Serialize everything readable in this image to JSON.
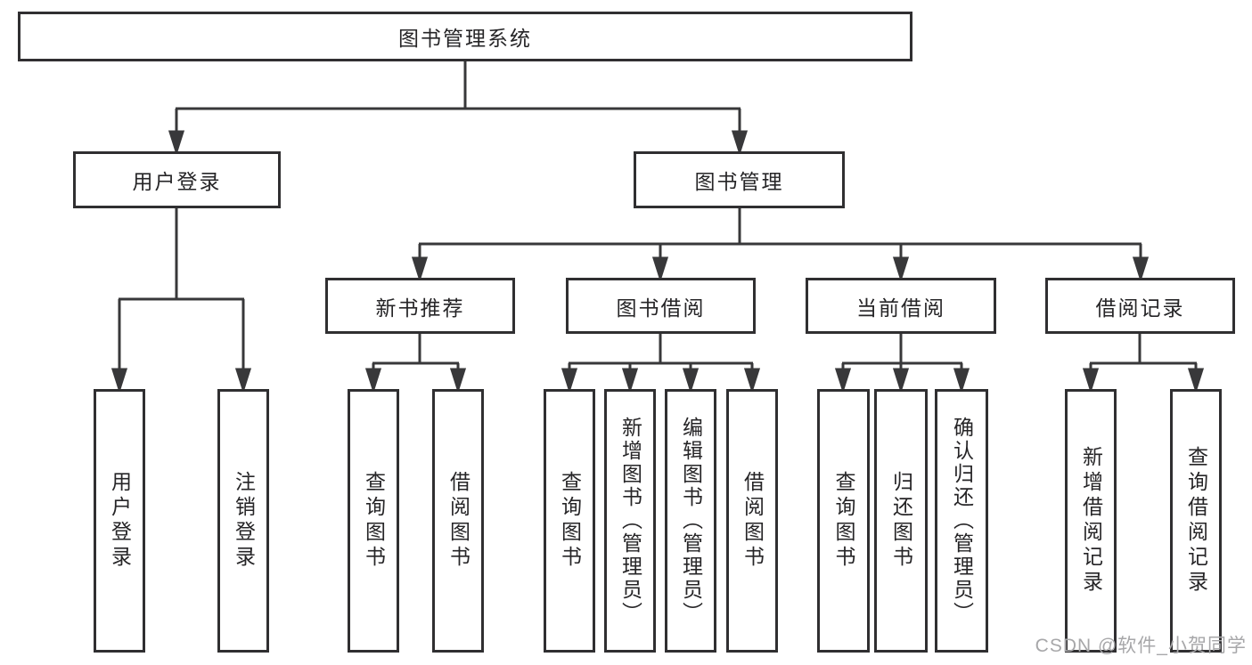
{
  "diagram": {
    "root": {
      "label": "图书管理系统"
    },
    "level2": [
      {
        "label": "用户登录"
      },
      {
        "label": "图书管理"
      }
    ],
    "level3": [
      {
        "label": "新书推荐"
      },
      {
        "label": "图书借阅"
      },
      {
        "label": "当前借阅"
      },
      {
        "label": "借阅记录"
      }
    ],
    "leaves": [
      {
        "label": "用户登录"
      },
      {
        "label": "注销登录"
      },
      {
        "label": "查询图书"
      },
      {
        "label": "借阅图书"
      },
      {
        "label": "查询图书"
      },
      {
        "label": "新增图书（管理员）"
      },
      {
        "label": "编辑图书（管理员）"
      },
      {
        "label": "借阅图书"
      },
      {
        "label": "查询图书"
      },
      {
        "label": "归还图书"
      },
      {
        "label": "确认归还（管理员）"
      },
      {
        "label": "新增借阅记录"
      },
      {
        "label": "查询借阅记录"
      }
    ]
  },
  "watermark": {
    "text": "CSDN @软件_小贺同学"
  },
  "colors": {
    "line": "#38383a",
    "border": "#302f31",
    "text": "#262527",
    "watermark": "#a7a7a9",
    "background": "#ffffff"
  }
}
